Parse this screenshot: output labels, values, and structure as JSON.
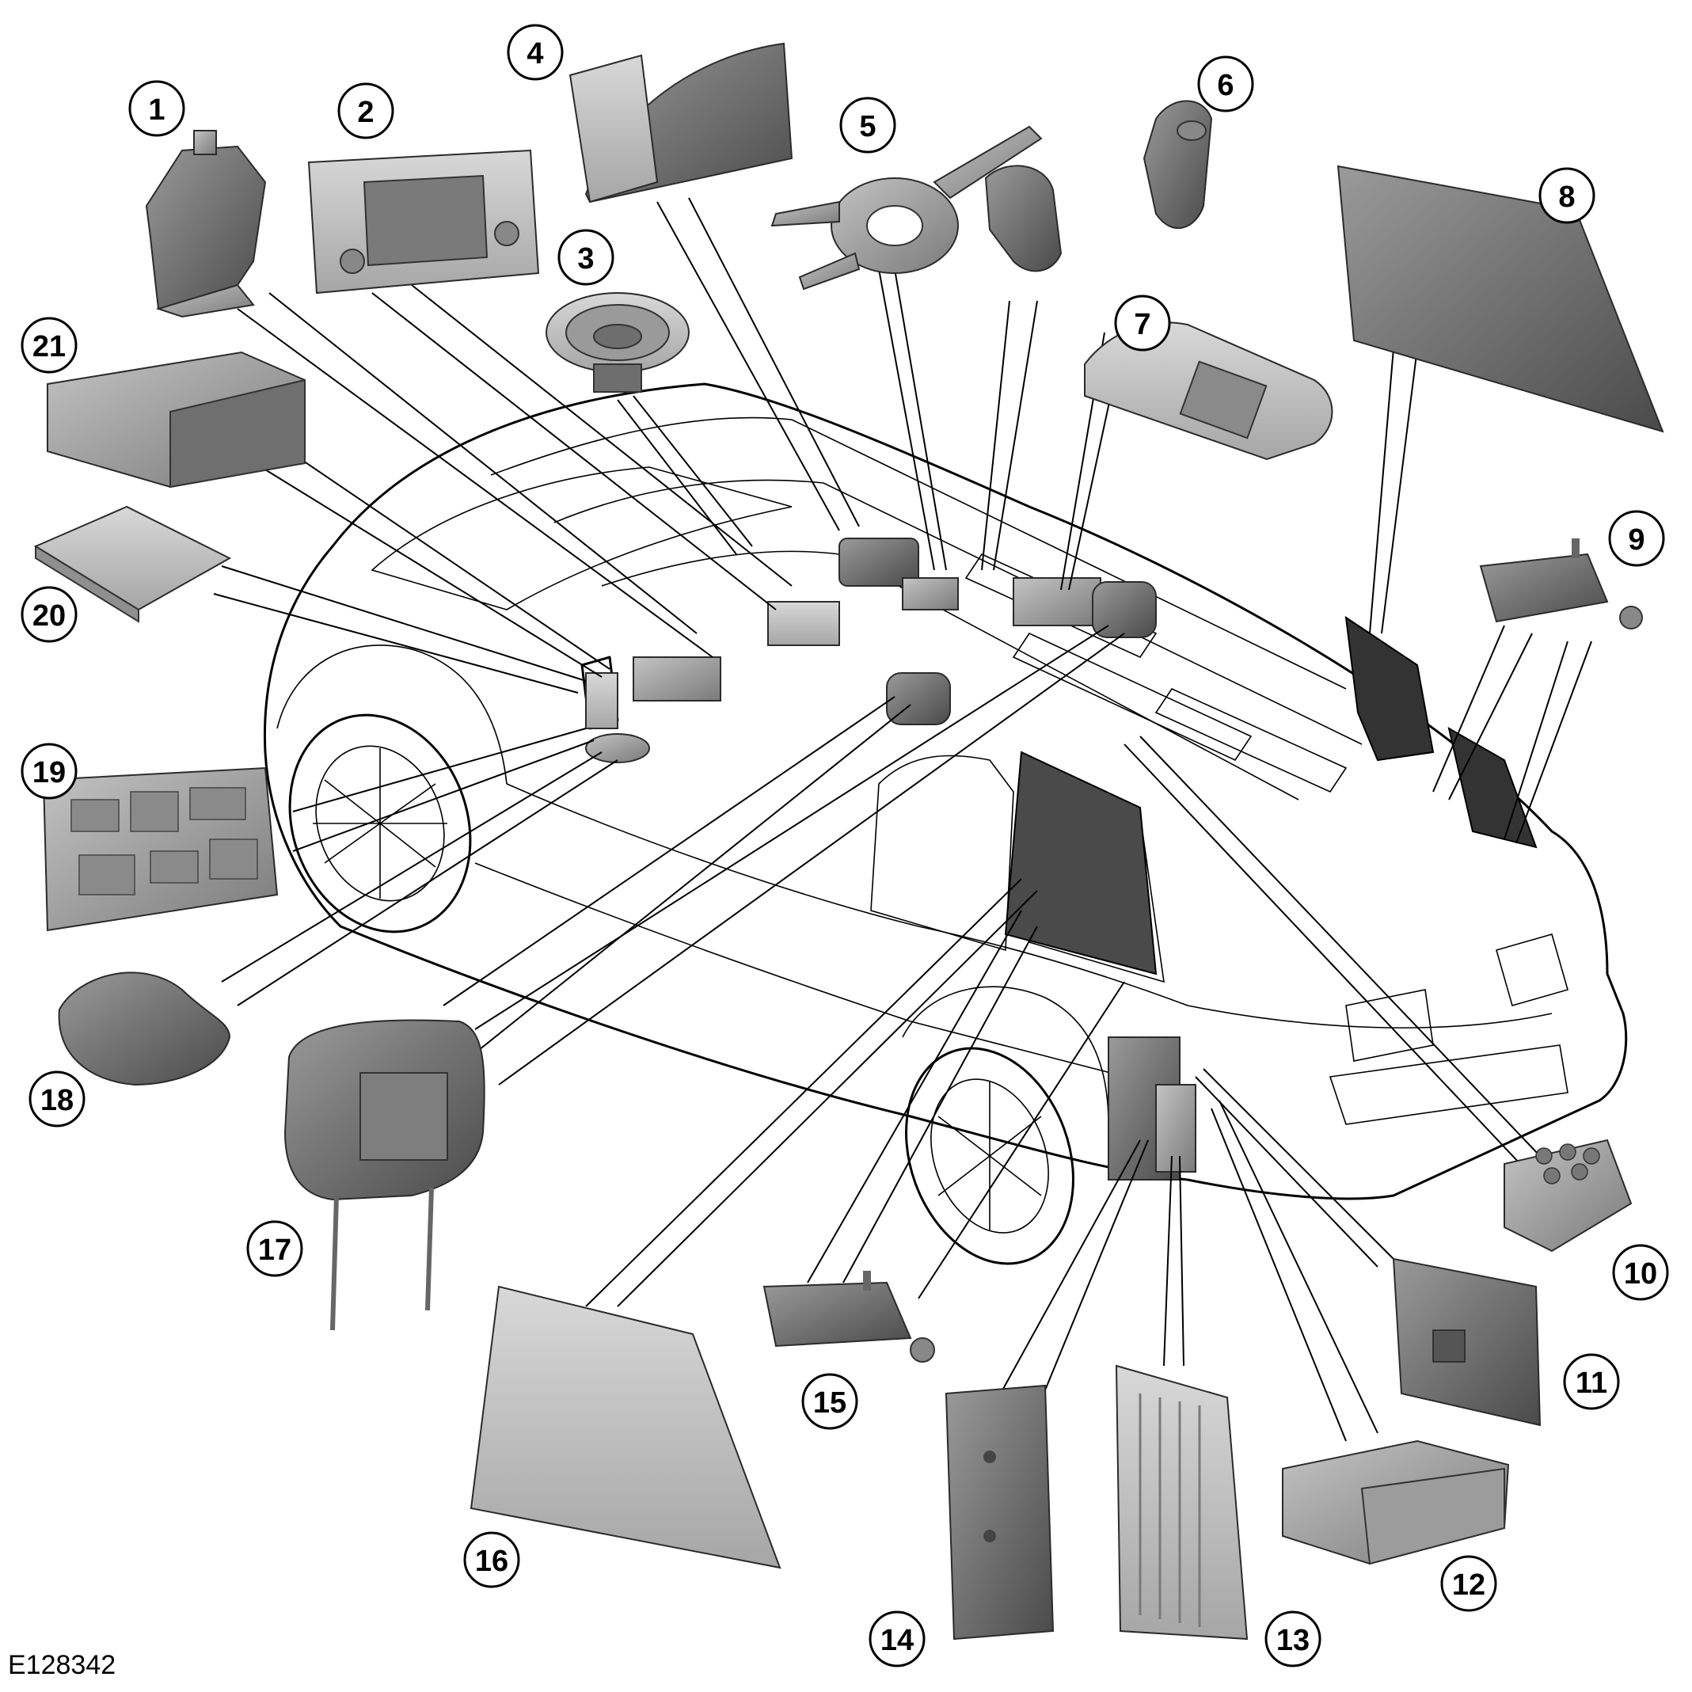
{
  "figure_id": "E128342",
  "callouts": [
    {
      "number": "1"
    },
    {
      "number": "2"
    },
    {
      "number": "3"
    },
    {
      "number": "4"
    },
    {
      "number": "5"
    },
    {
      "number": "6"
    },
    {
      "number": "7"
    },
    {
      "number": "8"
    },
    {
      "number": "9"
    },
    {
      "number": "10"
    },
    {
      "number": "11"
    },
    {
      "number": "12"
    },
    {
      "number": "13"
    },
    {
      "number": "14"
    },
    {
      "number": "15"
    },
    {
      "number": "16"
    },
    {
      "number": "17"
    },
    {
      "number": "18"
    },
    {
      "number": "19"
    },
    {
      "number": "20"
    },
    {
      "number": "21"
    }
  ],
  "colors": {
    "line": "#000000",
    "part_dark": "#5a5a5a",
    "part_mid": "#8c8c8c",
    "part_light": "#b5b5b5",
    "glass": "#4a4a4a",
    "background": "#ffffff"
  }
}
